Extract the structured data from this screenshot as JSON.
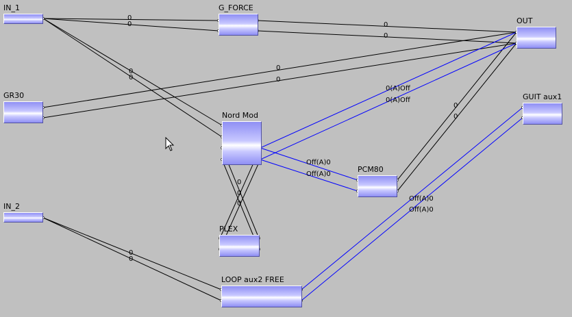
{
  "nodes": {
    "in1": {
      "label": "IN_1"
    },
    "gforce": {
      "label": "G_FORCE"
    },
    "out": {
      "label": "OUT"
    },
    "gr30": {
      "label": "GR30"
    },
    "nord": {
      "label": "Nord Mod"
    },
    "guit": {
      "label": "GUIT aux1"
    },
    "pcm80": {
      "label": "PCM80"
    },
    "in2": {
      "label": "IN_2"
    },
    "plex": {
      "label": "PLEX"
    },
    "loop": {
      "label": "LOOP aux2 FREE"
    }
  },
  "wire_labels": {
    "in1_gforce": "0",
    "gforce_out_1": "0",
    "gforce_out_2": "0",
    "in1_nord": "0",
    "gr30_out_1": "0",
    "gr30_out_2": "0",
    "nord_out_1": "0(A)Off",
    "nord_out_2": "0(A)Off",
    "pcm80_out_1": "0",
    "pcm80_out_2": "0",
    "nord_pcm80_1": "Off(A)0",
    "nord_pcm80_2": "Off(A)0",
    "loop_guit_1": "Off(A)0",
    "loop_guit_2": "Off(A)0",
    "nord_plex_1": "0",
    "nord_plex_2": "0",
    "nord_plex_3": "0",
    "in2_loop": "0"
  },
  "colors": {
    "background": "#c0c0c0",
    "wire_black": "#000000",
    "wire_blue": "#0000ff"
  }
}
